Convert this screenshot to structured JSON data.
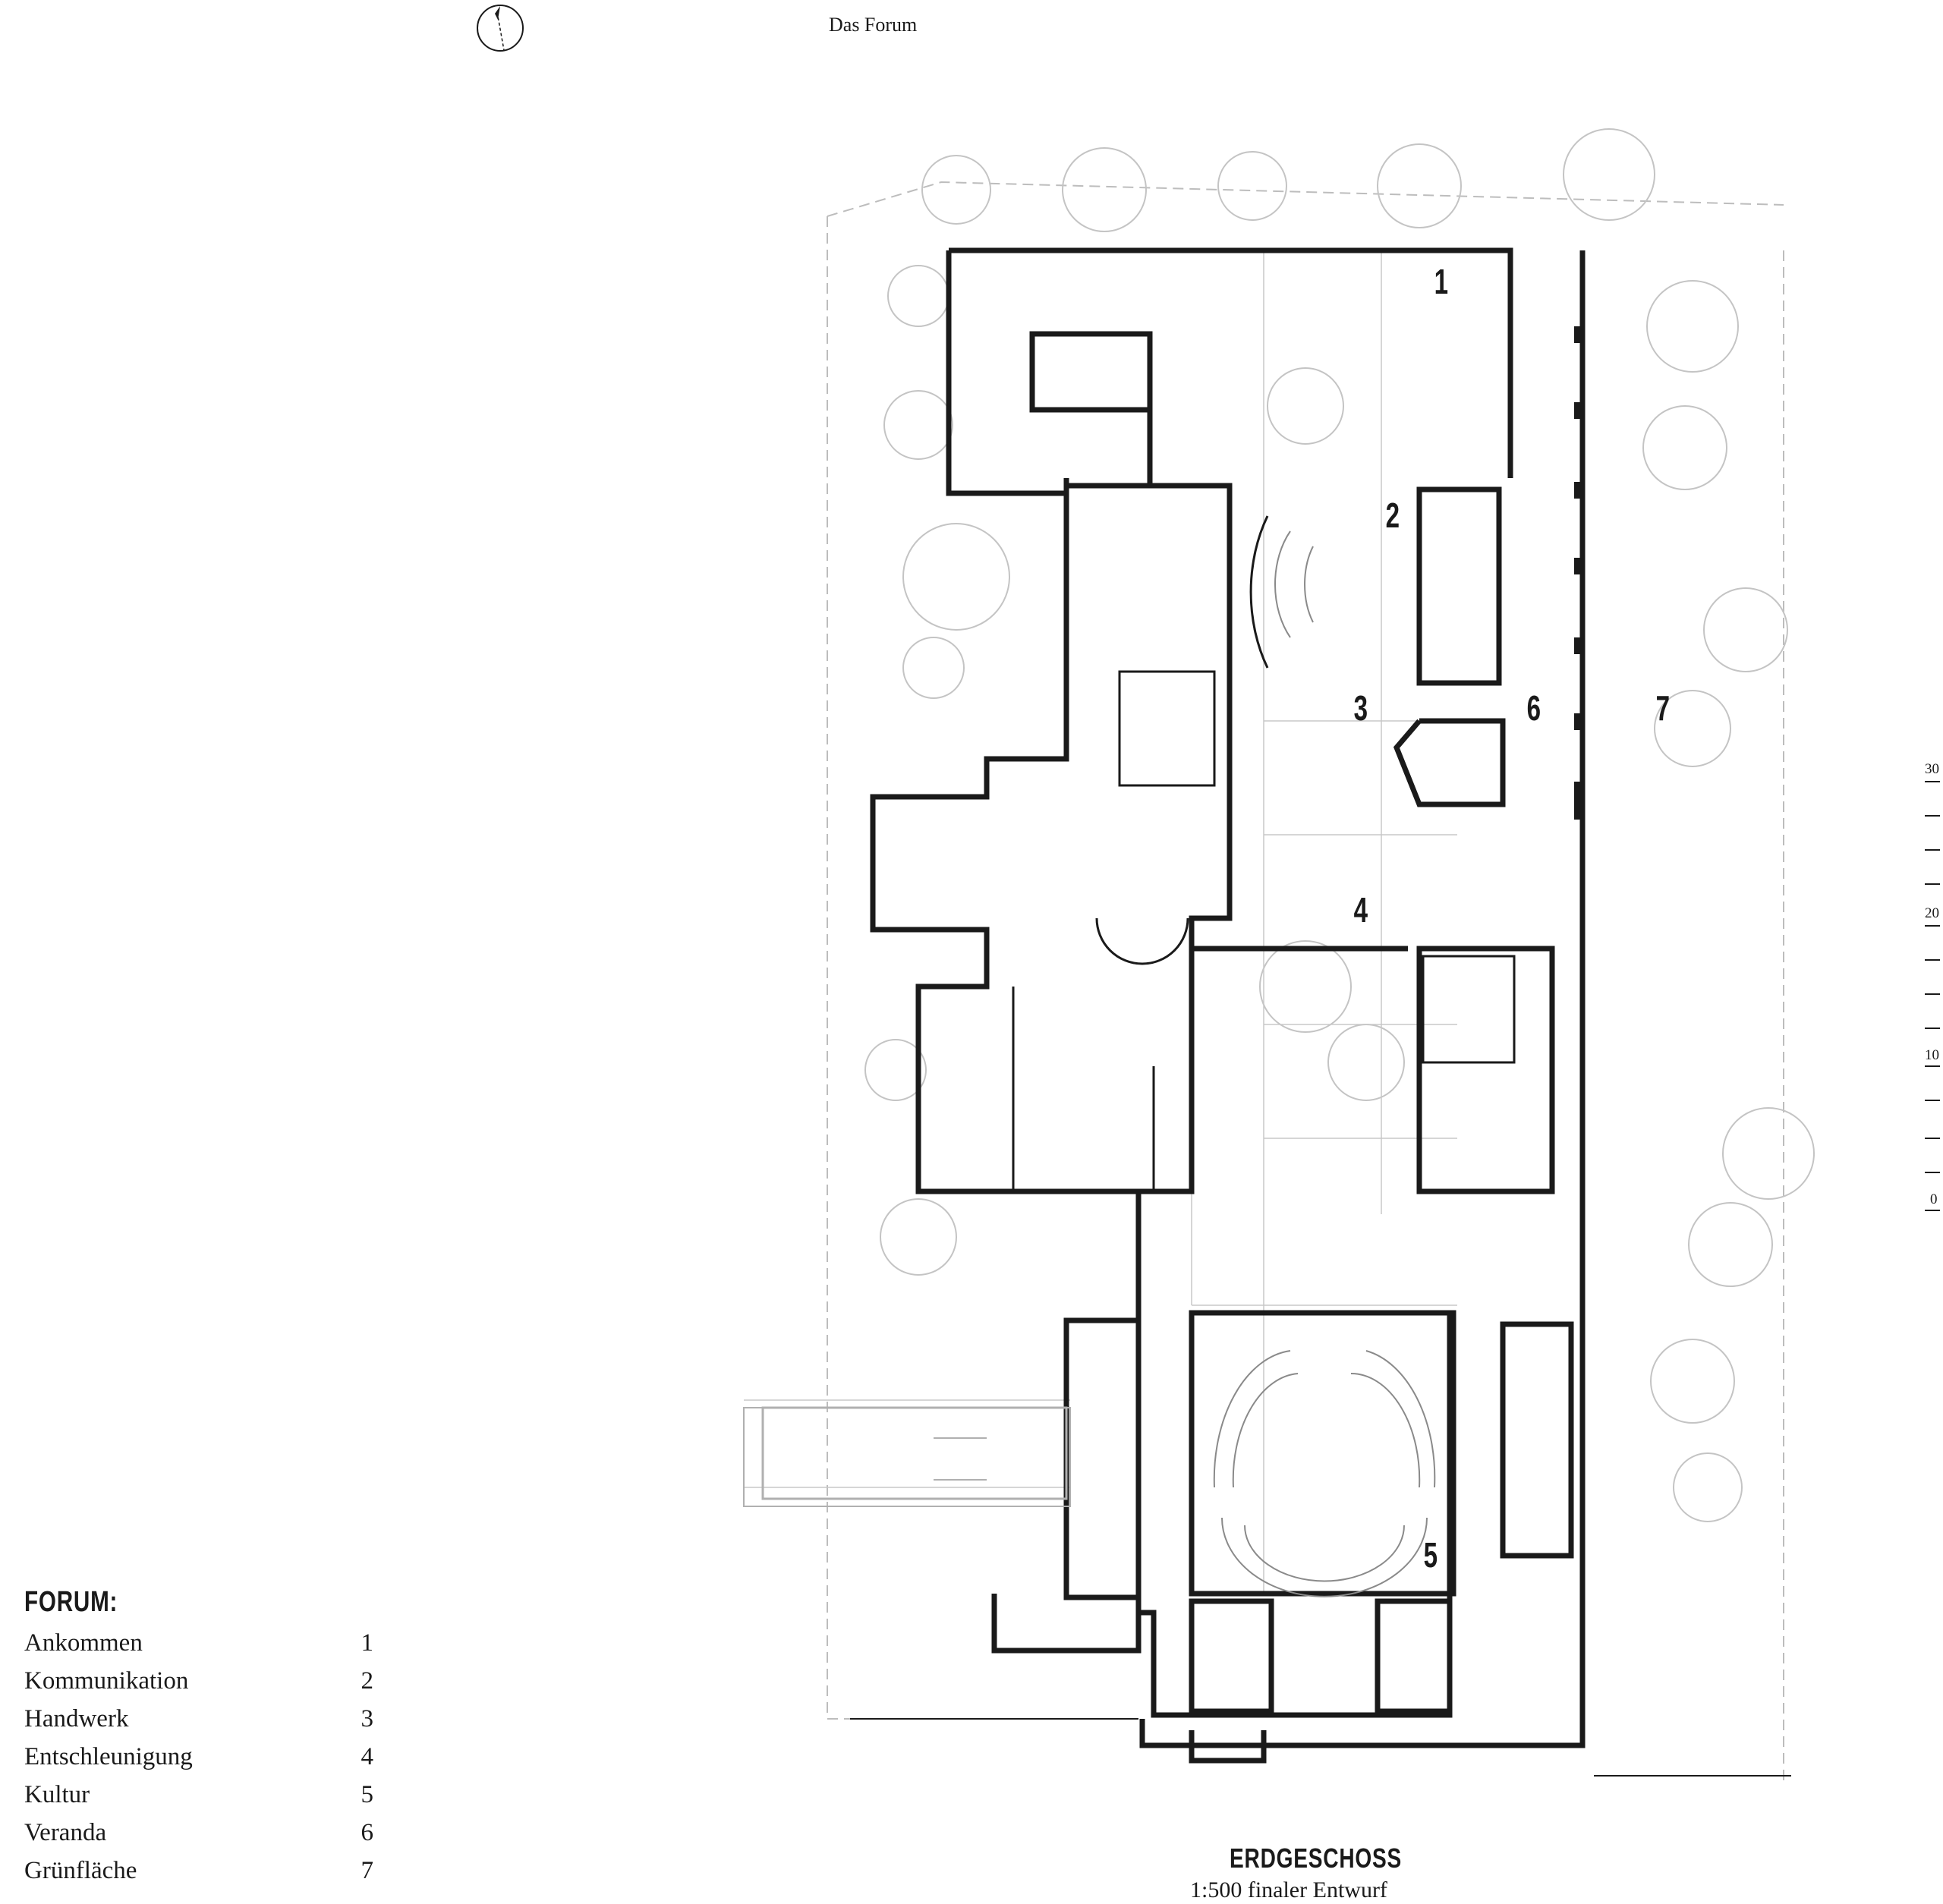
{
  "header": {
    "title": "Das Forum"
  },
  "legend": {
    "title": "FORUM:",
    "items": [
      {
        "label": "Ankommen",
        "number": "1"
      },
      {
        "label": "Kommunikation",
        "number": "2"
      },
      {
        "label": "Handwerk",
        "number": "3"
      },
      {
        "label": "Entschleunigung",
        "number": "4"
      },
      {
        "label": "Kultur",
        "number": "5"
      },
      {
        "label": "Veranda",
        "number": "6"
      },
      {
        "label": "Grünfläche",
        "number": "7"
      }
    ]
  },
  "room_numbers": [
    "1",
    "2",
    "3",
    "4",
    "5",
    "6",
    "7"
  ],
  "plan_title": {
    "main": "ERDGESCHOSS",
    "sub": "1:500 finaler Entwurf"
  },
  "scale_bar": {
    "labels": [
      "30",
      "20",
      "10",
      "0"
    ]
  },
  "colors": {
    "line": "#1a1a1a",
    "light": "#b5b5b5",
    "vegetation": "#c9c9c9"
  }
}
